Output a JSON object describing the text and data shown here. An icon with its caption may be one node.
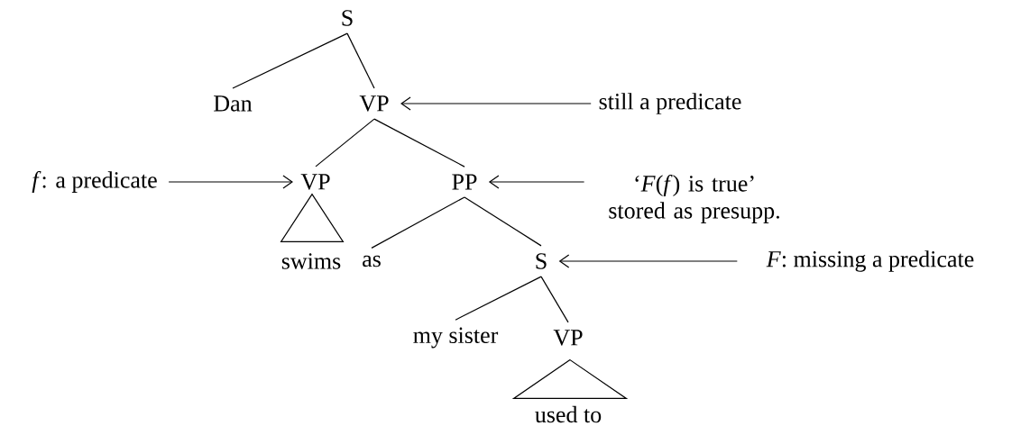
{
  "diagram": {
    "nodes": [
      {
        "text": [
          "S"
        ]
      },
      {
        "text": [
          "Dan"
        ]
      },
      {
        "text": [
          "VP"
        ]
      },
      {
        "text": [
          "still a predicate"
        ]
      },
      {
        "text": [
          "*f*: a predicate"
        ]
      },
      {
        "text": [
          "VP"
        ]
      },
      {
        "text": [
          "PP"
        ]
      },
      {
        "text": [
          "‘*F*(*f*) is true’ stored as presupp."
        ]
      },
      {
        "text": [],
        "shape": "triangle"
      },
      {
        "text": [
          "swims"
        ]
      },
      {
        "text": [
          "as"
        ]
      },
      {
        "text": [
          "S"
        ]
      },
      {
        "text": [
          "*F*: missing a predicate"
        ]
      },
      {
        "text": [
          "my sister"
        ]
      },
      {
        "text": [
          "VP"
        ]
      },
      {
        "text": [],
        "shape": "triangle"
      },
      {
        "text": [
          "used to"
        ]
      }
    ],
    "edges": [
      {
        "from": 0,
        "to": 1,
        "arrow": "none"
      },
      {
        "from": 0,
        "to": 2,
        "arrow": "none"
      },
      {
        "from": 3,
        "to": 2,
        "arrow": "to"
      },
      {
        "from": 4,
        "to": 5,
        "arrow": "to"
      },
      {
        "from": 2,
        "to": 5,
        "arrow": "none"
      },
      {
        "from": 2,
        "to": 6,
        "arrow": "none"
      },
      {
        "from": 7,
        "to": 6,
        "arrow": "to"
      },
      {
        "from": 6,
        "to": 10,
        "arrow": "none"
      },
      {
        "from": 6,
        "to": 11,
        "arrow": "none"
      },
      {
        "from": 12,
        "to": 11,
        "arrow": "to"
      },
      {
        "from": 11,
        "to": 13,
        "arrow": "none"
      },
      {
        "from": 11,
        "to": 14,
        "arrow": "none"
      }
    ]
  }
}
